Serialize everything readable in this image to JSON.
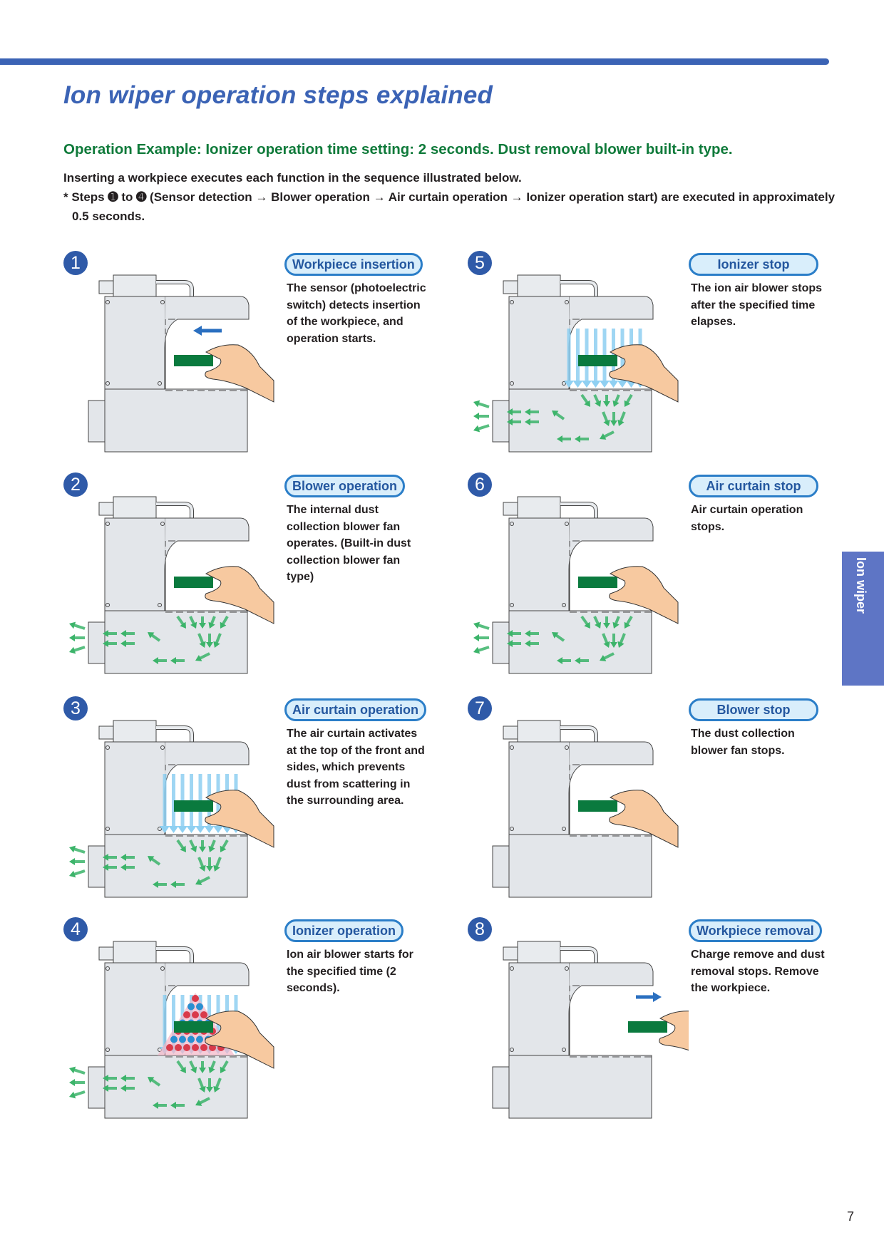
{
  "header": {
    "title": "Ion wiper operation steps explained",
    "subheading": "Operation Example: Ionizer operation time setting: 2 seconds. Dust removal blower built-in type.",
    "intro_line": "Inserting a workpiece executes each function in the sequence illustrated below.",
    "note_line": "* Steps ➊ to ➍ (Sensor detection → Blower operation → Air curtain operation → Ionizer operation start) are executed in approximately 0.5 seconds."
  },
  "colors": {
    "accent_blue": "#3b63b5",
    "subheading_green": "#0f7a3a",
    "workpiece_green": "#0a7a3e",
    "air_curtain_blue": "#8fd0f2",
    "airflow_green": "#3cb46a",
    "side_tab": "#5e75c5"
  },
  "steps": [
    {
      "number": "1",
      "label": "Workpiece insertion",
      "description": "The sensor (photoelectric switch) detects insertion of the workpiece, and operation starts.",
      "state": {
        "arrow": "in",
        "blower": false,
        "curtain": false,
        "ions": false
      }
    },
    {
      "number": "2",
      "label": "Blower operation",
      "description": "The internal dust collection blower fan operates. (Built-in dust collection blower fan type)",
      "state": {
        "arrow": "none",
        "blower": true,
        "curtain": false,
        "ions": false
      }
    },
    {
      "number": "3",
      "label": "Air curtain operation",
      "description": "The air curtain activates at the top of the front and sides, which prevents dust from scattering in the surrounding area.",
      "state": {
        "arrow": "none",
        "blower": true,
        "curtain": true,
        "ions": false
      }
    },
    {
      "number": "4",
      "label": "Ionizer operation",
      "description": "Ion air blower starts for the specified time (2 seconds).",
      "state": {
        "arrow": "none",
        "blower": true,
        "curtain": true,
        "ions": true
      }
    },
    {
      "number": "5",
      "label": "Ionizer stop",
      "description": "The ion air blower stops after the specified time elapses.",
      "state": {
        "arrow": "none",
        "blower": true,
        "curtain": true,
        "ions": false
      }
    },
    {
      "number": "6",
      "label": "Air curtain stop",
      "description": "Air curtain operation stops.",
      "state": {
        "arrow": "none",
        "blower": true,
        "curtain": false,
        "ions": false
      }
    },
    {
      "number": "7",
      "label": "Blower stop",
      "description": "The dust collection blower fan stops.",
      "state": {
        "arrow": "none",
        "blower": false,
        "curtain": false,
        "ions": false
      }
    },
    {
      "number": "8",
      "label": "Workpiece removal",
      "description": "Charge remove and dust removal stops. Remove the workpiece.",
      "state": {
        "arrow": "out",
        "blower": false,
        "curtain": false,
        "ions": false
      }
    }
  ],
  "side_tab": {
    "label": "Ion wiper"
  },
  "page_number": "7"
}
